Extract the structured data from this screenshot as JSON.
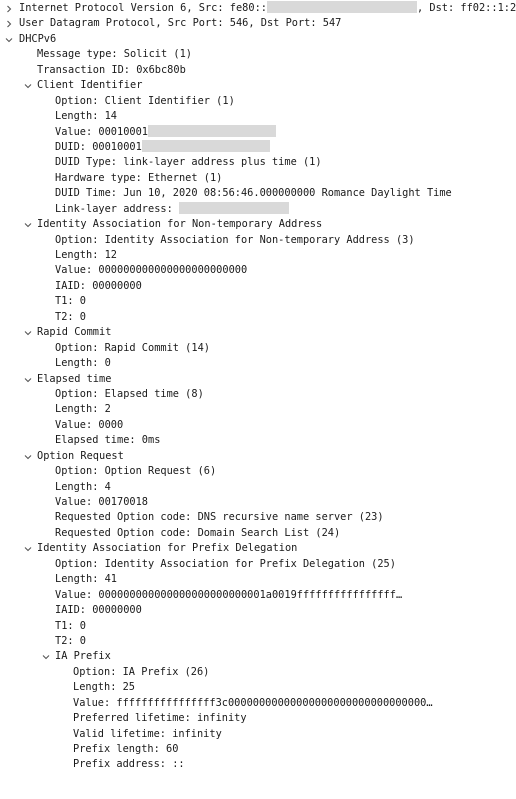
{
  "colors": {
    "text": "#1a1a1a",
    "toggle": "#555555",
    "redaction": "#d9d9d9"
  },
  "icons": {
    "collapsed": "chevron-right-icon",
    "expanded": "chevron-down-icon"
  },
  "tree": [
    {
      "level": 0,
      "toggle": "collapsed",
      "parts": [
        "Internet Protocol Version 6, Src: fe80::",
        {
          "redact": 150
        },
        ", Dst: ff02::1:2"
      ]
    },
    {
      "level": 0,
      "toggle": "collapsed",
      "parts": [
        "User Datagram Protocol, Src Port: 546, Dst Port: 547"
      ]
    },
    {
      "level": 0,
      "toggle": "expanded",
      "parts": [
        "DHCPv6"
      ]
    },
    {
      "level": 1,
      "parts": [
        "Message type: Solicit (1)"
      ]
    },
    {
      "level": 1,
      "parts": [
        "Transaction ID: 0x6bc80b"
      ]
    },
    {
      "level": 1,
      "toggle": "expanded",
      "parts": [
        "Client Identifier"
      ]
    },
    {
      "level": 2,
      "parts": [
        "Option: Client Identifier (1)"
      ]
    },
    {
      "level": 2,
      "parts": [
        "Length: 14"
      ]
    },
    {
      "level": 2,
      "parts": [
        "Value: 00010001",
        {
          "redact": 128
        }
      ]
    },
    {
      "level": 2,
      "parts": [
        "DUID: 00010001",
        {
          "redact": 128
        }
      ]
    },
    {
      "level": 2,
      "parts": [
        "DUID Type: link-layer address plus time (1)"
      ]
    },
    {
      "level": 2,
      "parts": [
        "Hardware type: Ethernet (1)"
      ]
    },
    {
      "level": 2,
      "parts": [
        "DUID Time: Jun 10, 2020 08:56:46.000000000 Romance Daylight Time"
      ]
    },
    {
      "level": 2,
      "parts": [
        "Link-layer address: ",
        {
          "redact": 110
        }
      ]
    },
    {
      "level": 1,
      "toggle": "expanded",
      "parts": [
        "Identity Association for Non-temporary Address"
      ]
    },
    {
      "level": 2,
      "parts": [
        "Option: Identity Association for Non-temporary Address (3)"
      ]
    },
    {
      "level": 2,
      "parts": [
        "Length: 12"
      ]
    },
    {
      "level": 2,
      "parts": [
        "Value: 000000000000000000000000"
      ]
    },
    {
      "level": 2,
      "parts": [
        "IAID: 00000000"
      ]
    },
    {
      "level": 2,
      "parts": [
        "T1: 0"
      ]
    },
    {
      "level": 2,
      "parts": [
        "T2: 0"
      ]
    },
    {
      "level": 1,
      "toggle": "expanded",
      "parts": [
        "Rapid Commit"
      ]
    },
    {
      "level": 2,
      "parts": [
        "Option: Rapid Commit (14)"
      ]
    },
    {
      "level": 2,
      "parts": [
        "Length: 0"
      ]
    },
    {
      "level": 1,
      "toggle": "expanded",
      "parts": [
        "Elapsed time"
      ]
    },
    {
      "level": 2,
      "parts": [
        "Option: Elapsed time (8)"
      ]
    },
    {
      "level": 2,
      "parts": [
        "Length: 2"
      ]
    },
    {
      "level": 2,
      "parts": [
        "Value: 0000"
      ]
    },
    {
      "level": 2,
      "parts": [
        "Elapsed time: 0ms"
      ]
    },
    {
      "level": 1,
      "toggle": "expanded",
      "parts": [
        "Option Request"
      ]
    },
    {
      "level": 2,
      "parts": [
        "Option: Option Request (6)"
      ]
    },
    {
      "level": 2,
      "parts": [
        "Length: 4"
      ]
    },
    {
      "level": 2,
      "parts": [
        "Value: 00170018"
      ]
    },
    {
      "level": 2,
      "parts": [
        "Requested Option code: DNS recursive name server (23)"
      ]
    },
    {
      "level": 2,
      "parts": [
        "Requested Option code: Domain Search List (24)"
      ]
    },
    {
      "level": 1,
      "toggle": "expanded",
      "parts": [
        "Identity Association for Prefix Delegation"
      ]
    },
    {
      "level": 2,
      "parts": [
        "Option: Identity Association for Prefix Delegation (25)"
      ]
    },
    {
      "level": 2,
      "parts": [
        "Length: 41"
      ]
    },
    {
      "level": 2,
      "parts": [
        "Value: 000000000000000000000000001a0019ffffffffffffffff…"
      ]
    },
    {
      "level": 2,
      "parts": [
        "IAID: 00000000"
      ]
    },
    {
      "level": 2,
      "parts": [
        "T1: 0"
      ]
    },
    {
      "level": 2,
      "parts": [
        "T2: 0"
      ]
    },
    {
      "level": 2,
      "toggle": "expanded",
      "parts": [
        "IA Prefix"
      ]
    },
    {
      "level": 3,
      "parts": [
        "Option: IA Prefix (26)"
      ]
    },
    {
      "level": 3,
      "parts": [
        "Length: 25"
      ]
    },
    {
      "level": 3,
      "parts": [
        "Value: ffffffffffffffff3c00000000000000000000000000000000…"
      ]
    },
    {
      "level": 3,
      "parts": [
        "Preferred lifetime: infinity"
      ]
    },
    {
      "level": 3,
      "parts": [
        "Valid lifetime: infinity"
      ]
    },
    {
      "level": 3,
      "parts": [
        "Prefix length: 60"
      ]
    },
    {
      "level": 3,
      "parts": [
        "Prefix address: ::"
      ]
    }
  ]
}
